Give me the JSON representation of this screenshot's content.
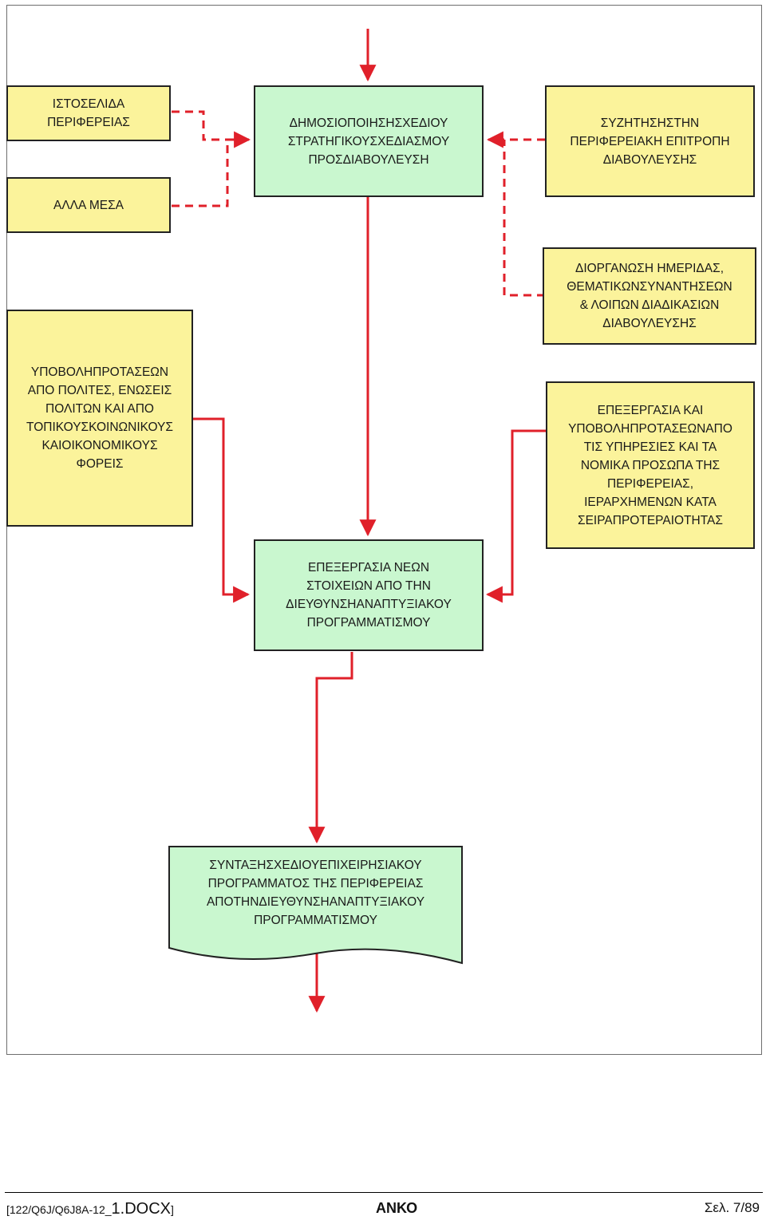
{
  "boxes": {
    "website": "ΙΣΤΟΣΕΛΙΔΑ\nΠΕΡΙΦΕΡΕΙΑΣ",
    "other_media": "ΑΛΛΑ ΜΕΣΑ",
    "publication": "ΔΗΜΟΣΙΟΠΟΙΗΣΗΣΧΕΔΙΟΥ\nΣΤΡΑΤΗΓΙΚΟΥΣΧΕΔΙΑΣΜΟΥ\nΠΡΟΣΔΙΑΒΟΥΛΕΥΣΗ",
    "discussion": "ΣΥΖΗΤΗΣΗΣΤΗΝ\nΠΕΡΙΦΕΡΕΙΑΚΗ ΕΠΙΤΡΟΠΗ\nΔΙΑΒΟΥΛΕΥΣΗΣ",
    "organization": "ΔΙΟΡΓΑΝΩΣΗ ΗΜΕΡΙΔΑΣ,\nΘΕΜΑΤΙΚΩΝΣΥΝΑΝΤΗΣΕΩΝ\n& ΛΟΙΠΩΝ ΔΙΑΔΙΚΑΣΙΩΝ\nΔΙΑΒΟΥΛΕΥΣΗΣ",
    "citizen_proposals": "ΥΠΟΒΟΛΗΠΡΟΤΑΣΕΩΝ\nΑΠΟ ΠΟΛΙΤΕΣ, ΕΝΩΣΕΙΣ\nΠΟΛΙΤΩΝ ΚΑΙ ΑΠΟ\nΤΟΠΙΚΟΥΣΚΟΙΝΩΝΙΚΟΥΣ\nΚΑΙΟΙΚΟΝΟΜΙΚΟΥΣ\nΦΟΡΕΙΣ",
    "services_processing": "ΕΠΕΞΕΡΓΑΣΙΑ ΚΑΙ\nΥΠΟΒΟΛΗΠΡΟΤΑΣΕΩΝΑΠΟ\nΤΙΣ ΥΠΗΡΕΣΙΕΣ ΚΑΙ ΤΑ\nΝΟΜΙΚΑ ΠΡΟΣΩΠΑ ΤΗΣ\nΠΕΡΙΦΕΡΕΙΑΣ,\nΙΕΡΑΡΧΗΜΕΝΩΝ ΚΑΤΑ\nΣΕΙΡΑΠΡΟΤΕΡΑΙΟΤΗΤΑΣ",
    "new_data_processing": "ΕΠΕΞΕΡΓΑΣΙΑ ΝΕΩΝ\nΣΤΟΙΧΕΙΩΝ ΑΠΟ ΤΗΝ\nΔΙΕΥΘΥΝΣΗΑΝΑΠΤΥΞΙΑΚΟΥ\nΠΡΟΓΡΑΜΜΑΤΙΣΜΟΥ",
    "plan_drafting": "ΣΥΝΤΑΞΗΣΧΕΔΙΟΥΕΠΙΧΕΙΡΗΣΙΑΚΟΥ\nΠΡΟΓΡΑΜΜΑΤΟΣ ΤΗΣ ΠΕΡΙΦΕΡΕΙΑΣ\nΑΠΟΤΗΝΔΙΕΥΘΥΝΣΗΑΝΑΠΤΥΞΙΑΚΟΥ\nΠΡΟΓΡΑΜΜΑΤΙΣΜΟΥ"
  },
  "colors": {
    "yellow_fill": "#fbf39b",
    "green_fill": "#c9f7cf",
    "arrow": "#e0202a"
  },
  "footer": {
    "doc_prefix": "[122/Q6J/Q6J8A-12_",
    "doc_main": "1.DOCX",
    "doc_suffix": "]",
    "center": "ΑΝΚΟ",
    "page": "Σελ. 7/89"
  }
}
